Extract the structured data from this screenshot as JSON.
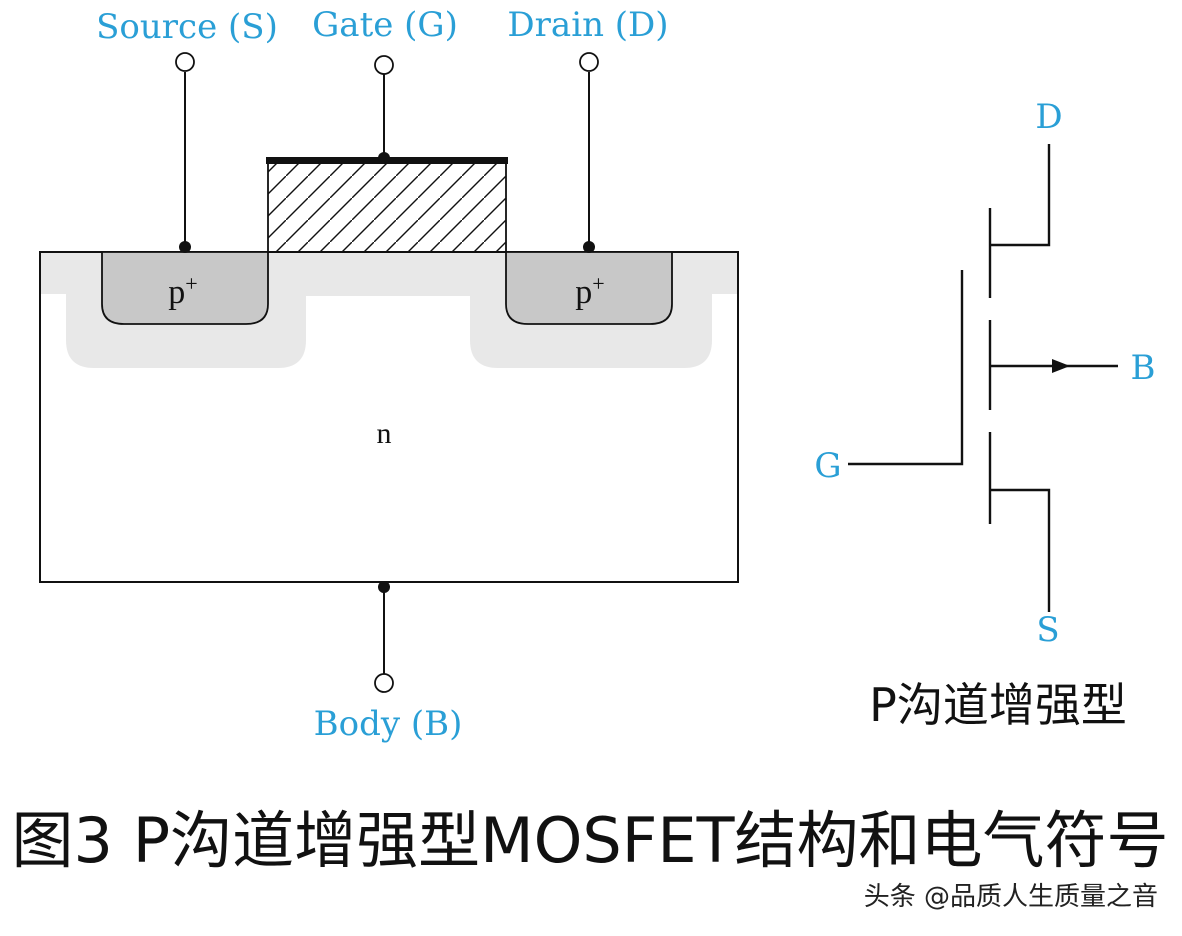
{
  "structure": {
    "source_label": "Source (S)",
    "gate_label": "Gate (G)",
    "drain_label": "Drain (D)",
    "body_label": "Body (B)",
    "source_region_label": "p+",
    "drain_region_label": "p+",
    "substrate_label": "n"
  },
  "symbol": {
    "drain_label": "D",
    "body_label": "B",
    "gate_label": "G",
    "source_label": "S",
    "caption": "P沟道增强型"
  },
  "figure": {
    "caption": "图3 P沟道增强型MOSFET结构和电气符号"
  },
  "watermark": {
    "text": "头条 @品质人生质量之音"
  },
  "colors": {
    "label_blue": "#2a9fd6",
    "p_region": "#c8c8c8",
    "depletion": "#e6e6e6",
    "line": "#111111"
  }
}
